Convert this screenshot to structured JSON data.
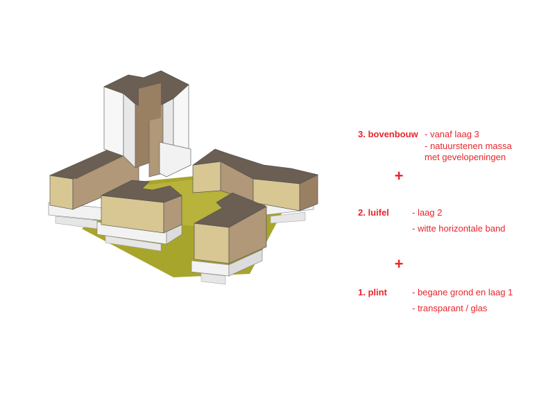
{
  "legend": [
    {
      "title": "3. bovenbouw",
      "lines": [
        "- vanaf laag 3",
        "- natuurstenen massa",
        "met gevelopeningen"
      ]
    },
    {
      "title": "2. luifel",
      "lines": [
        "- laag 2",
        "- witte horizontale band"
      ]
    },
    {
      "title": "1. plint",
      "lines": [
        "- begane grond en laag 1",
        "- transparant / glas"
      ]
    }
  ],
  "separator": "+",
  "colors": {
    "accent": "#e8242a",
    "roof": "#6b5e52",
    "facade_light": "#d8c792",
    "facade_dark": "#b09878",
    "facade_side": "#9a8062",
    "band": "#f2f2f2",
    "courtyard": "#a8a52c",
    "tower": "#f7f7f7"
  }
}
